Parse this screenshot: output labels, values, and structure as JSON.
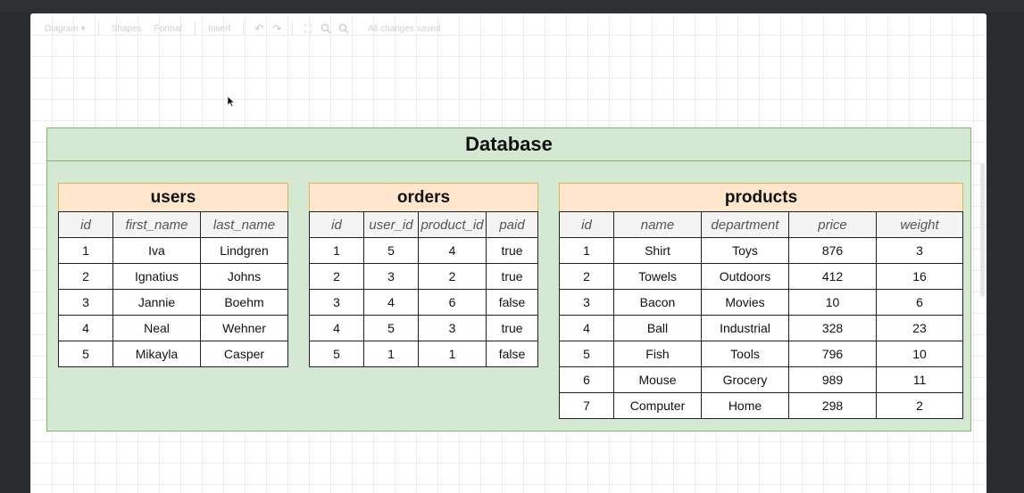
{
  "toolbar": {
    "diagram": "Diagram",
    "shapes": "Shapes",
    "format": "Format",
    "insert": "Insert",
    "status": "All changes saved"
  },
  "database": {
    "title": "Database",
    "tables": [
      {
        "name": "users",
        "columns": [
          "id",
          "first_name",
          "last_name"
        ],
        "rows": [
          [
            "1",
            "Iva",
            "Lindgren"
          ],
          [
            "2",
            "Ignatius",
            "Johns"
          ],
          [
            "3",
            "Jannie",
            "Boehm"
          ],
          [
            "4",
            "Neal",
            "Wehner"
          ],
          [
            "5",
            "Mikayla",
            "Casper"
          ]
        ]
      },
      {
        "name": "orders",
        "columns": [
          "id",
          "user_id",
          "product_id",
          "paid"
        ],
        "rows": [
          [
            "1",
            "5",
            "4",
            "true"
          ],
          [
            "2",
            "3",
            "2",
            "true"
          ],
          [
            "3",
            "4",
            "6",
            "false"
          ],
          [
            "4",
            "5",
            "3",
            "true"
          ],
          [
            "5",
            "1",
            "1",
            "false"
          ]
        ]
      },
      {
        "name": "products",
        "columns": [
          "id",
          "name",
          "department",
          "price",
          "weight"
        ],
        "rows": [
          [
            "1",
            "Shirt",
            "Toys",
            "876",
            "3"
          ],
          [
            "2",
            "Towels",
            "Outdoors",
            "412",
            "16"
          ],
          [
            "3",
            "Bacon",
            "Movies",
            "10",
            "6"
          ],
          [
            "4",
            "Ball",
            "Industrial",
            "328",
            "23"
          ],
          [
            "5",
            "Fish",
            "Tools",
            "796",
            "10"
          ],
          [
            "6",
            "Mouse",
            "Grocery",
            "989",
            "11"
          ],
          [
            "7",
            "Computer",
            "Home",
            "298",
            "2"
          ]
        ]
      }
    ]
  },
  "colors": {
    "container_fill": "#d5e8d4",
    "container_border": "#82b366",
    "table_header_fill": "#ffe6cc",
    "table_header_border": "#d6b656"
  }
}
